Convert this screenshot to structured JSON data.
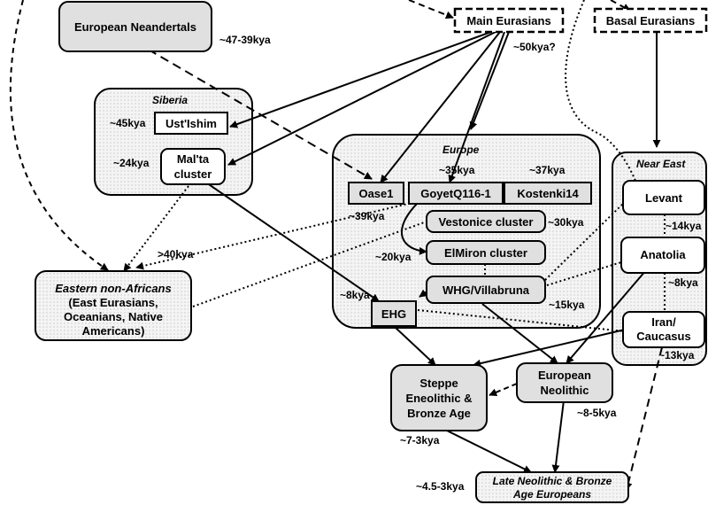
{
  "nodes": {
    "european_neandertals": "European Neandertals",
    "main_eurasians": "Main Eurasians",
    "basal_eurasians": "Basal Eurasians",
    "ust_ishim": "Ust'Ishim",
    "malta_line1": "Mal'ta",
    "malta_line2": "cluster",
    "oase1": "Oase1",
    "goyet": "GoyetQ116-1",
    "kostenki": "Kostenki14",
    "vestonice": "Vestonice cluster",
    "elmiron": "ElMiron cluster",
    "whg": "WHG/Villabruna",
    "ehg": "EHG",
    "levant": "Levant",
    "anatolia": "Anatolia",
    "iran_line1": "Iran/",
    "iran_line2": "Caucasus",
    "eastern_line1": "Eastern non-Africans",
    "eastern_line2": "(East Eurasians,",
    "eastern_line3": "Oceanians, Native",
    "eastern_line4": "Americans)",
    "steppe_line1": "Steppe",
    "steppe_line2": "Eneolithic &",
    "steppe_line3": "Bronze Age",
    "eneo_line1": "European",
    "eneo_line2": "Neolithic",
    "late_line1": "Late Neolithic & Bronze",
    "late_line2": "Age Europeans"
  },
  "regions": {
    "siberia": "Siberia",
    "europe": "Europe",
    "near_east": "Near East"
  },
  "time_labels": {
    "neandertals": "~47-39kya",
    "main_eurasians": "~50kya?",
    "ust_ishim": "~45kya",
    "malta": "~24kya",
    "goyet": "~35kya",
    "kostenki": "~37kya",
    "oase": "~39kya",
    "vestonice": "~30kya",
    "elmiron": "~20kya",
    "ehg": "~8kya",
    "whg": "~15kya",
    "eastern": ">40kya",
    "levant": "~14kya",
    "anatolia": "~8kya",
    "iran": "~13kya",
    "neolithic": "~8-5kya",
    "steppe": "~7-3kya",
    "late": "~4.5-3kya"
  },
  "colors": {
    "box_fill": "#e0e0e0",
    "region_fill": "#f1f1f1",
    "stroke": "#000000"
  }
}
